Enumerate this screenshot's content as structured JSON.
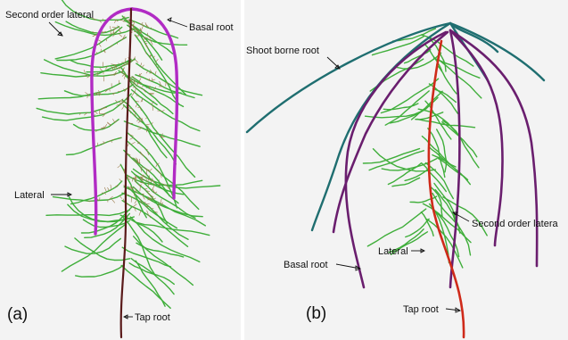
{
  "panels": [
    {
      "id": "a",
      "letter": "(a)",
      "labels": {
        "second_order_lateral": "Second order lateral",
        "basal_root": "Basal root",
        "lateral": "Lateral",
        "tap_root": "Tap root"
      }
    },
    {
      "id": "b",
      "letter": "(b)",
      "labels": {
        "shoot_borne_root": "Shoot borne root",
        "second_order_lateral": "Second order latera",
        "lateral": "Lateral",
        "basal_root": "Basal root",
        "tap_root": "Tap root"
      }
    }
  ],
  "colors": {
    "lateral": "#3fae3a",
    "second_order": "#9a7a4a",
    "basal_a": "#b12bc4",
    "basal_b": "#6a1e6e",
    "tap_a": "#5a1a1a",
    "tap_b": "#cf2a1a",
    "shoot_borne": "#1f6e70"
  }
}
